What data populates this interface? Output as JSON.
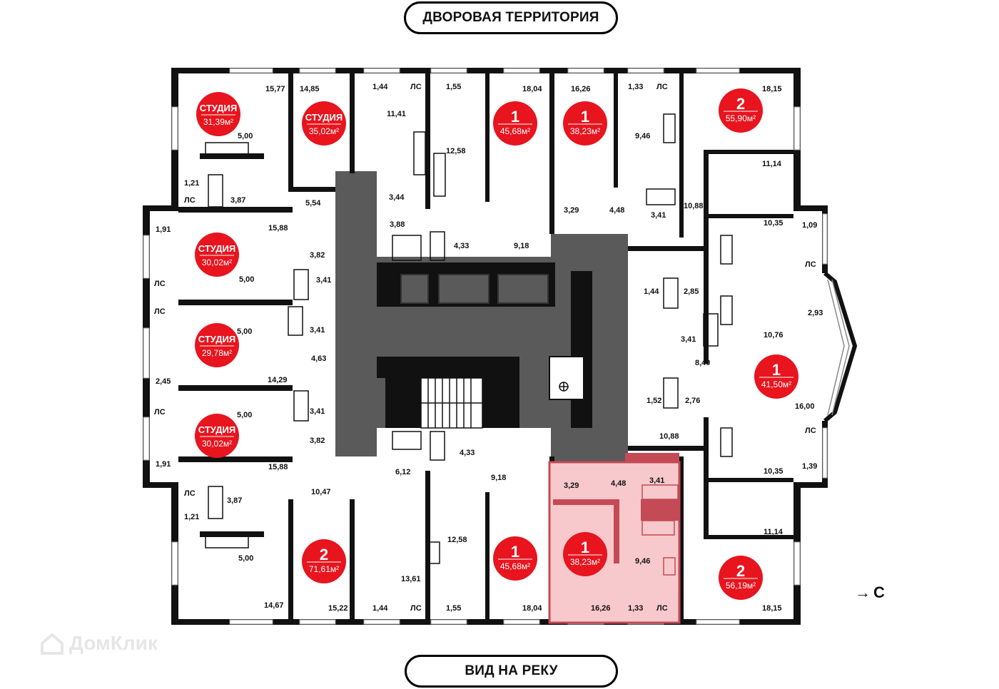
{
  "header": {
    "top_label": "ДВОРОВАЯ ТЕРРИТОРИЯ",
    "bottom_label": "ВИД НА РЕКУ"
  },
  "compass": {
    "arrow": "→",
    "label": "С"
  },
  "watermark": "ДомКлик",
  "colors": {
    "badge": "#e8141e",
    "highlight_fill": "#f7c9cc",
    "highlight_stroke": "#c44a55",
    "core": "#5a5a5a",
    "wall": "#111111"
  },
  "apartments": [
    {
      "id": "a1",
      "rooms": "СТУДИЯ",
      "area": "31,39м²",
      "highlighted": false
    },
    {
      "id": "a2",
      "rooms": "СТУДИЯ",
      "area": "35,02м²",
      "highlighted": false
    },
    {
      "id": "a3",
      "rooms": "1",
      "area": "45,68м²",
      "highlighted": false
    },
    {
      "id": "a4",
      "rooms": "1",
      "area": "38,23м²",
      "highlighted": false
    },
    {
      "id": "a5",
      "rooms": "2",
      "area": "55,90м²",
      "highlighted": false
    },
    {
      "id": "a6",
      "rooms": "СТУДИЯ",
      "area": "30,02м²",
      "highlighted": false
    },
    {
      "id": "a7",
      "rooms": "СТУДИЯ",
      "area": "29,78м²",
      "highlighted": false
    },
    {
      "id": "a8",
      "rooms": "1",
      "area": "41,50м²",
      "highlighted": false
    },
    {
      "id": "a9",
      "rooms": "СТУДИЯ",
      "area": "30,02м²",
      "highlighted": false
    },
    {
      "id": "a10",
      "rooms": "2",
      "area": "71,61м²",
      "highlighted": false
    },
    {
      "id": "a11",
      "rooms": "1",
      "area": "45,68м²",
      "highlighted": false
    },
    {
      "id": "a12",
      "rooms": "1",
      "area": "38,23м²",
      "highlighted": true
    },
    {
      "id": "a13",
      "rooms": "2",
      "area": "56,19м²",
      "highlighted": false
    }
  ],
  "room_labels": [
    "15,77",
    "14,85",
    "1,44",
    "ЛС",
    "1,55",
    "18,04",
    "16,26",
    "1,33",
    "ЛС",
    "18,15",
    "11,41",
    "12,58",
    "9,46",
    "11,14",
    "5,00",
    "1,21",
    "ЛС",
    "3,87",
    "3,44",
    "5,54",
    "3,29",
    "4,48",
    "3,41",
    "10,88",
    "1,91",
    "15,88",
    "3,88",
    "4,33",
    "9,18",
    "10,35",
    "1,09",
    "ЛС",
    "3,82",
    "3,41",
    "5,00",
    "ЛС",
    "1,44",
    "2,85",
    "ЛС",
    "2,93",
    "3,41",
    "10,76",
    "5,00",
    "3,41",
    "4,63",
    "8,40",
    "2,45",
    "14,29",
    "1,52",
    "2,76",
    "16,00",
    "ЛС",
    "5,00",
    "3,41",
    "10,88",
    "ЛС",
    "3,82",
    "4,33",
    "10,35",
    "1,39",
    "1,91",
    "15,88",
    "6,12",
    "9,18",
    "3,29",
    "4,48",
    "3,41",
    "ЛС",
    "3,87",
    "10,47",
    "1,21",
    "11,14",
    "5,00",
    "12,58",
    "9,46",
    "13,61",
    "14,67",
    "15,22",
    "1,44",
    "ЛС",
    "1,55",
    "18,04",
    "16,26",
    "1,33",
    "ЛС",
    "18,15"
  ]
}
